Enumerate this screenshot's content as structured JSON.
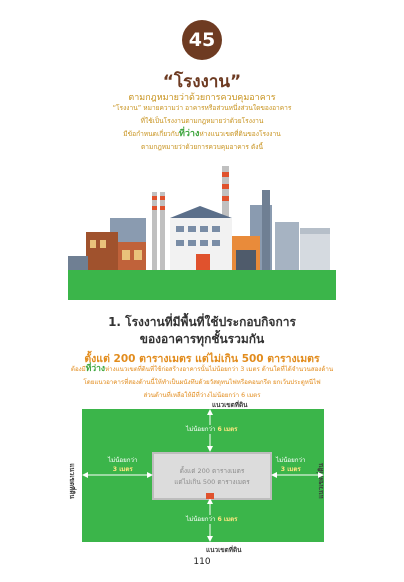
{
  "badge": "45",
  "title": "“โรงงาน”",
  "subtitle": "ตามกฎหมายว่าด้วยการควบคุมอาคาร",
  "intro": {
    "line1": "“โรงงาน” หมายความว่า อาคารหรือส่วนหนึ่งส่วนใดของอาคาร",
    "line2": "ที่ใช้เป็นโรงงานตามกฎหมายว่าด้วยโรงงาน",
    "line3_pre": "มีข้อกำหนดเกี่ยวกับ",
    "line3_hl": "ที่ว่าง",
    "line3_post": "ห่างแนวเขตที่ดินของโรงงาน",
    "line4": "ตามกฎหมายว่าด้วยการควบคุมอาคาร ดังนี้"
  },
  "section": {
    "heading_line1": "1. โรงงานที่มีพื้นที่ใช้ประกอบกิจการ",
    "heading_line2": "ของอาคารทุกชั้นรวมกัน",
    "area_range": "ตั้งแต่ 200 ตารางเมตร แต่ไม่เกิน 500 ตารางเมตร",
    "desc_line1_pre": "ต้องมี",
    "desc_line1_hl": "ที่ว่าง",
    "desc_line1_post": "ห่างแนวเขตที่ดินที่ใช้ก่อสร้างอาคารนั้นไม่น้อยกว่า 3 เมตร ด้านใดที่ได้จำนวนสองด้าน",
    "desc_line2": "โดยแนวอาคารที่สองด้านนี้ให้ทำเป็นผนังทึบด้วยวัสดุทนไฟหรือคอนกรีต ยกเว้นประตูหนีไฟ",
    "desc_line3": "ส่วนด้านที่เหลือให้มีที่ว่างไม่น้อยกว่า 6 เมตร"
  },
  "diagram": {
    "boundary_top": "แนวเขตที่ดิน",
    "boundary_bottom": "แนวเขตที่ดิน",
    "boundary_left": "แนวเขตที่ดิน",
    "boundary_right": "แนวเขตที่ดิน",
    "top_pre": "ไม่น้อยกว่า",
    "top_value": "6 เมตร",
    "bottom_pre": "ไม่น้อยกว่า",
    "bottom_value": "6 เมตร",
    "left_pre": "ไม่น้อยกว่า",
    "left_value": "3 เมตร",
    "right_pre": "ไม่น้อยกว่า",
    "right_value": "3 เมตร",
    "building_line1": "ตั้งแต่ 200 ตารางเมตร",
    "building_line2": "แต่ไม่เกิน 500 ตารางเมตร",
    "colors": {
      "lot": "#3bb54a",
      "building": "#dcdcdc",
      "accent": "#e28c1d",
      "brown": "#6e3b22"
    }
  },
  "page_number": "110"
}
